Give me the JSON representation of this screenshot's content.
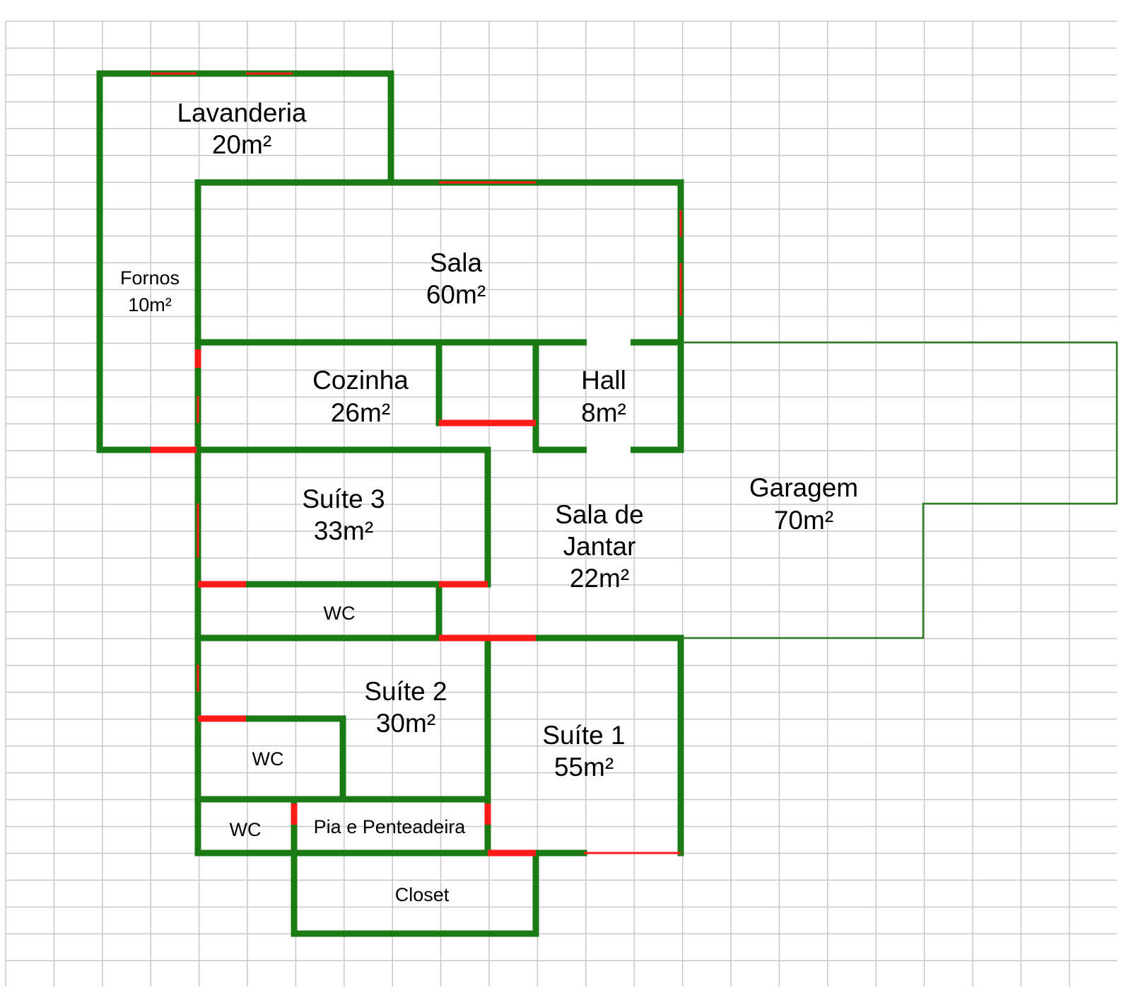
{
  "rooms": {
    "lavanderia": {
      "name": "Lavanderia",
      "area": "20m²"
    },
    "fornos": {
      "name": "Fornos",
      "area": "10m²"
    },
    "sala": {
      "name": "Sala",
      "area": "60m²"
    },
    "cozinha": {
      "name": "Cozinha",
      "area": "26m²"
    },
    "hall": {
      "name": "Hall",
      "area": "8m²"
    },
    "suite3": {
      "name": "Suíte 3",
      "area": "33m²"
    },
    "sala_jantar": {
      "name_line1": "Sala de",
      "name_line2": "Jantar",
      "area": "22m²"
    },
    "garagem": {
      "name": "Garagem",
      "area": "70m²"
    },
    "wc_suite3": {
      "name": "WC"
    },
    "suite2": {
      "name": "Suíte 2",
      "area": "30m²"
    },
    "suite1": {
      "name": "Suíte 1",
      "area": "55m²"
    },
    "wc_suite2": {
      "name": "WC"
    },
    "wc_suite1": {
      "name": "WC"
    },
    "pia": {
      "name": "Pia e Penteadeira"
    },
    "closet": {
      "name": "Closet"
    }
  },
  "colors": {
    "wall": "#1a7a14",
    "opening": "#ff1a1a",
    "grid": "#c8c8c8"
  }
}
